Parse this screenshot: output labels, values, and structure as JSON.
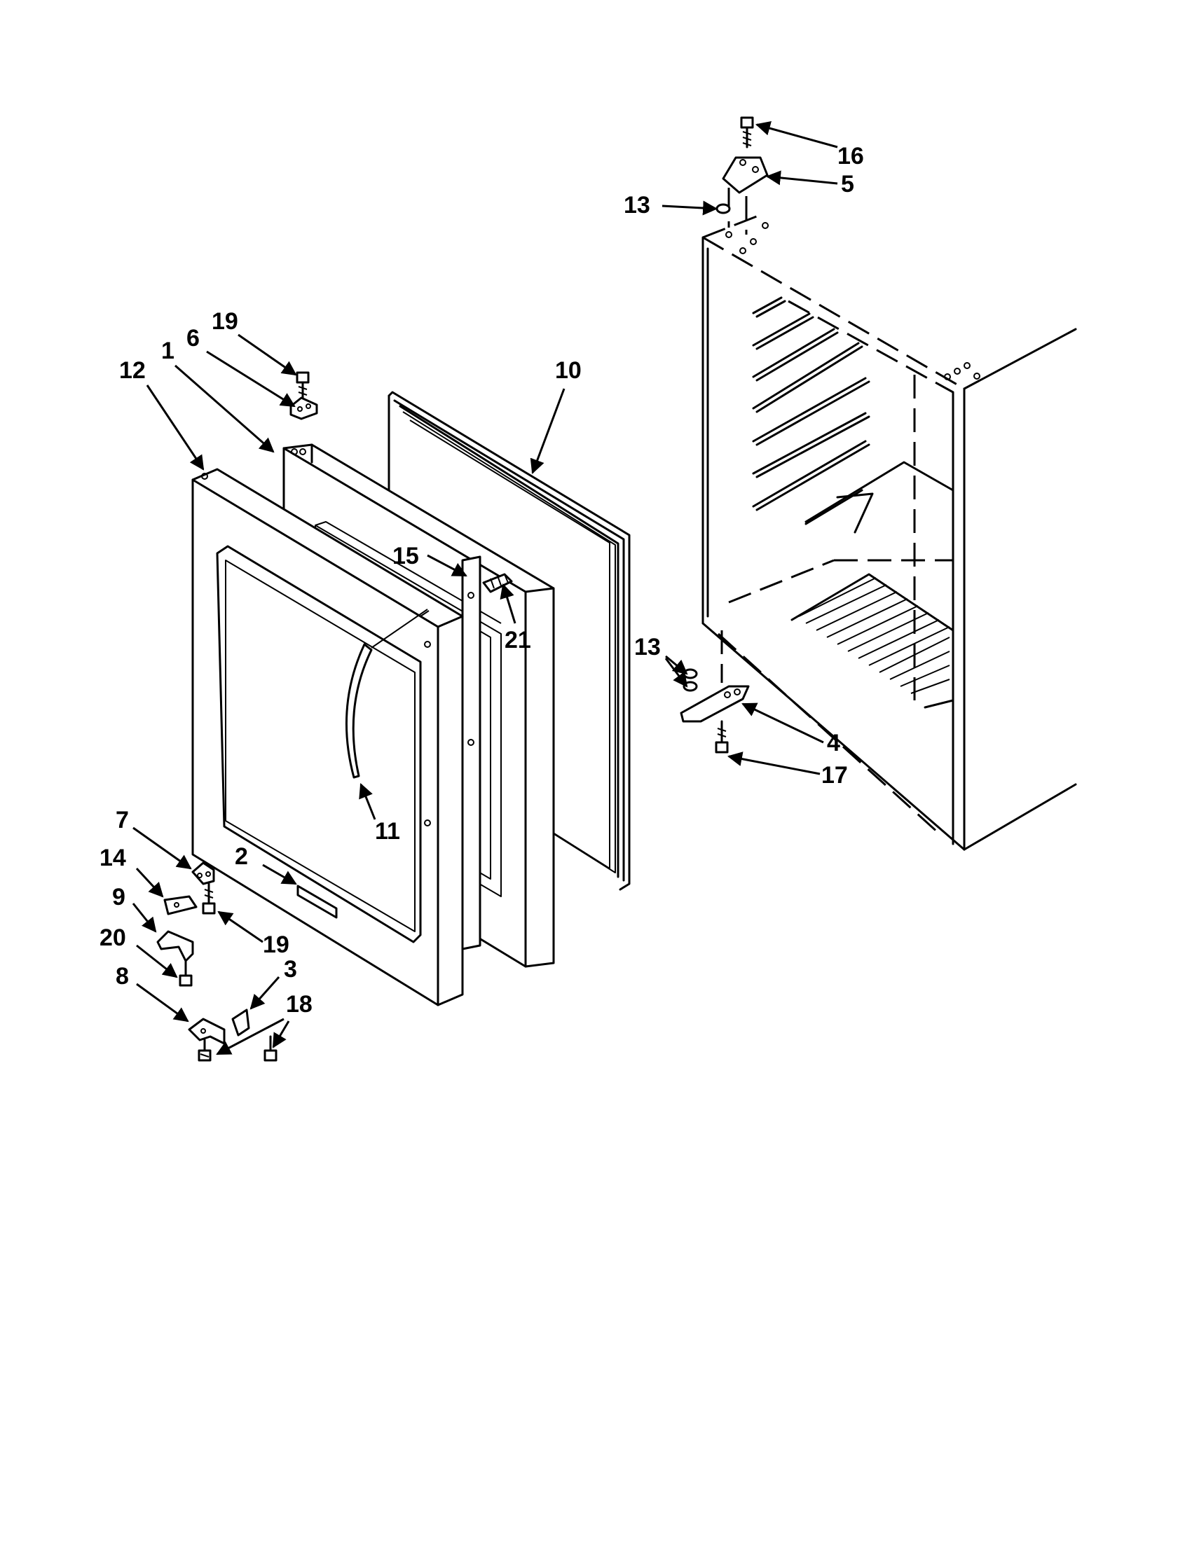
{
  "diagram": {
    "callouts": [
      {
        "id": "c-16",
        "label": "16"
      },
      {
        "id": "c-5",
        "label": "5"
      },
      {
        "id": "c-13-top",
        "label": "13"
      },
      {
        "id": "c-19-top",
        "label": "19"
      },
      {
        "id": "c-6",
        "label": "6"
      },
      {
        "id": "c-1",
        "label": "1"
      },
      {
        "id": "c-12",
        "label": "12"
      },
      {
        "id": "c-10",
        "label": "10"
      },
      {
        "id": "c-15",
        "label": "15"
      },
      {
        "id": "c-21",
        "label": "21"
      },
      {
        "id": "c-13-bottom",
        "label": "13"
      },
      {
        "id": "c-4",
        "label": "4"
      },
      {
        "id": "c-17",
        "label": "17"
      },
      {
        "id": "c-11",
        "label": "11"
      },
      {
        "id": "c-7",
        "label": "7"
      },
      {
        "id": "c-14",
        "label": "14"
      },
      {
        "id": "c-2",
        "label": "2"
      },
      {
        "id": "c-9",
        "label": "9"
      },
      {
        "id": "c-19-bottom",
        "label": "19"
      },
      {
        "id": "c-20",
        "label": "20"
      },
      {
        "id": "c-3",
        "label": "3"
      },
      {
        "id": "c-8",
        "label": "8"
      },
      {
        "id": "c-18",
        "label": "18"
      }
    ]
  }
}
